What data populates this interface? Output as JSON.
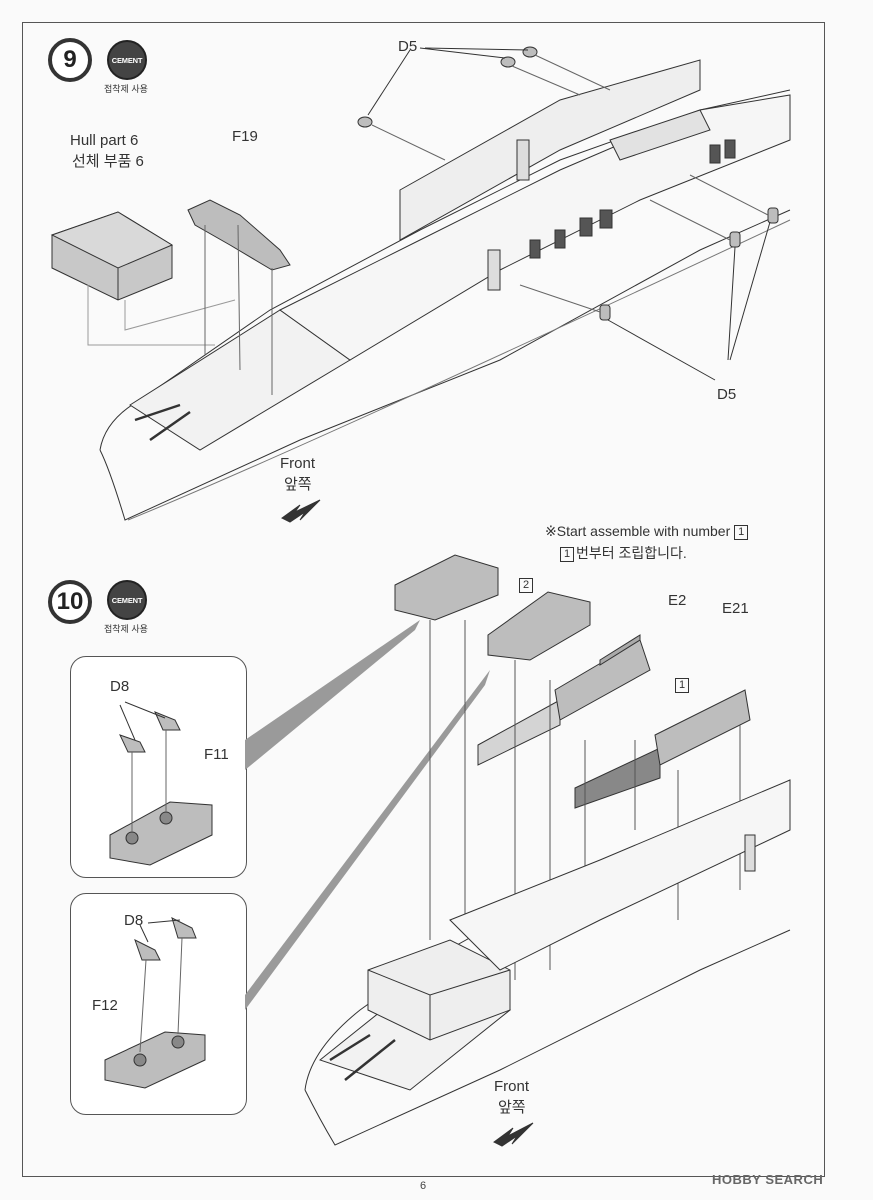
{
  "page_number": "6",
  "watermark": "HOBBY SEARCH",
  "step9": {
    "number": "9",
    "cement_badge": "CEMENT",
    "cement_korean": "접착제 사용",
    "hull_label_en": "Hull part 6",
    "hull_label_ko": "선체 부품 6",
    "part_f19": "F19",
    "part_d5_top": "D5",
    "part_d5_bottom": "D5",
    "front_en": "Front",
    "front_ko": "앞쪽"
  },
  "step10": {
    "number": "10",
    "cement_badge": "CEMENT",
    "cement_korean": "접착제 사용",
    "note_en": "※Start assemble with number",
    "note_box": "1",
    "note_ko": "번부터 조립합니다.",
    "box2": "2",
    "box1": "1",
    "part_e2": "E2",
    "part_e21": "E21",
    "inset1_d8": "D8",
    "inset1_f11": "F11",
    "inset2_d8": "D8",
    "inset2_f12": "F12",
    "front_en": "Front",
    "front_ko": "앞쪽"
  },
  "colors": {
    "line": "#333333",
    "part_fill": "#bdbdbd",
    "shadow": "#9a9a9a"
  }
}
